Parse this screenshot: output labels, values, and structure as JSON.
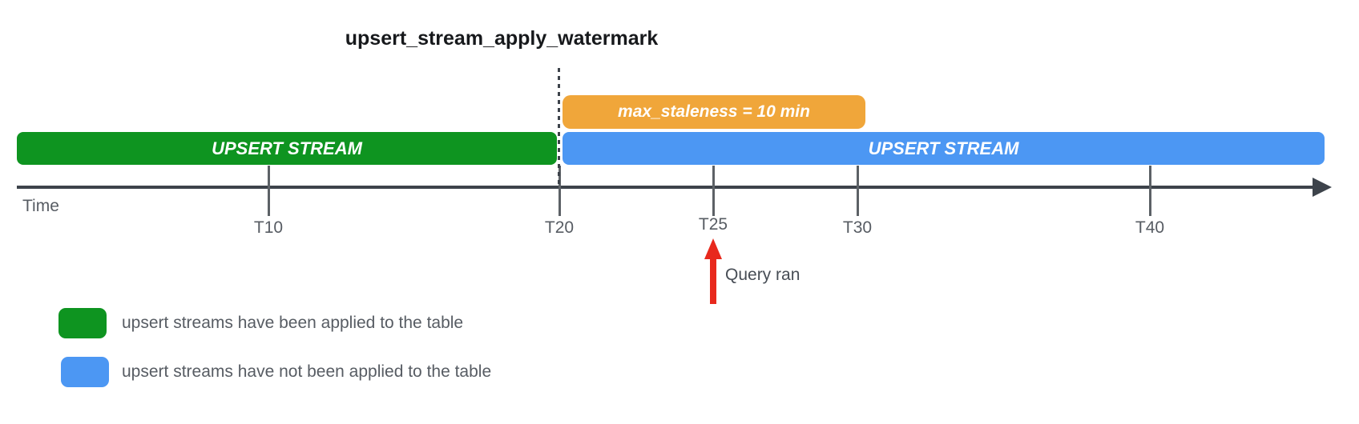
{
  "title": "upsert_stream_apply_watermark",
  "bars": {
    "applied": {
      "label": "UPSERT STREAM",
      "color": "#0E9420"
    },
    "pending": {
      "label": "UPSERT STREAM",
      "color": "#4C97F3"
    },
    "staleness": {
      "label": "max_staleness = 10 min",
      "color": "#F0A63A"
    }
  },
  "axis": {
    "label": "Time",
    "ticks": [
      "T10",
      "T20",
      "T25",
      "T30",
      "T40"
    ]
  },
  "annotation": {
    "label": "Query ran",
    "arrow_color": "#E8291D",
    "at_tick": "T25"
  },
  "legend": [
    {
      "color": "#0E9420",
      "label": "upsert streams have been applied to the table"
    },
    {
      "color": "#4C97F3",
      "label": "upsert streams have not been applied to the table"
    }
  ],
  "colors": {
    "green": "#0E9420",
    "blue": "#4C97F3",
    "orange": "#F0A63A",
    "axis": "#3D434B",
    "tick": "#5C6166",
    "muted": "#575C63",
    "red": "#E8291D",
    "title": "#17191C"
  }
}
